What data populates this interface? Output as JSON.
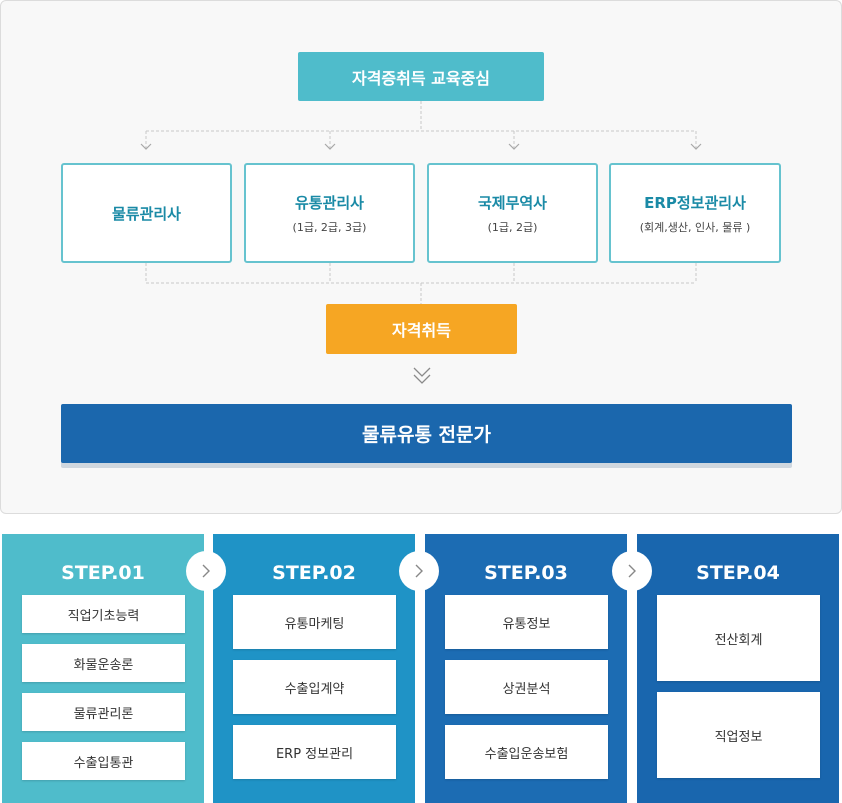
{
  "diagram": {
    "center": {
      "label": "자격증취득 교육중심"
    },
    "certificates": [
      {
        "name": "물류관리사",
        "sub": ""
      },
      {
        "name": "유통관리사",
        "sub": "(1급, 2급, 3급)"
      },
      {
        "name": "국제무역사",
        "sub": "(1급, 2급)"
      },
      {
        "name": "ERP정보관리사",
        "sub": "(회계,생산, 인사, 물류 )"
      }
    ],
    "acquire": {
      "label": "자격취득"
    },
    "expert": {
      "label": "물류유통 전문가"
    }
  },
  "steps": [
    {
      "title": "STEP.01",
      "color": "#4fbccb",
      "items": [
        "직업기초능력",
        "화물운송론",
        "물류관리론",
        "수출입통관"
      ]
    },
    {
      "title": "STEP.02",
      "color": "#1f93c6",
      "items": [
        "유통마케팅",
        "수출입계약",
        "ERP 정보관리"
      ]
    },
    {
      "title": "STEP.03",
      "color": "#1c6cb3",
      "items": [
        "유통정보",
        "상권분석",
        "수출입운송보험"
      ]
    },
    {
      "title": "STEP.04",
      "color": "#1966ae",
      "items": [
        "전산회계",
        "직업정보"
      ]
    }
  ],
  "colors": {
    "teal": "#4fbccb",
    "teal_border": "#66c3cf",
    "orange": "#f6a623",
    "navy": "#1b67ad"
  },
  "icons": {
    "step_arrow": "chevron-right-icon",
    "down_arrow": "double-chevron-down-icon"
  }
}
